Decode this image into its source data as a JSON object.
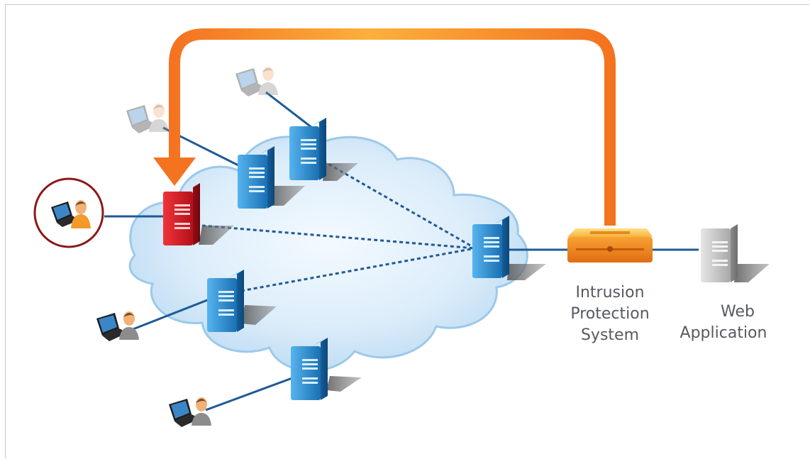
{
  "labels": {
    "ips": [
      "Intrusion",
      "Protection",
      "System"
    ],
    "web": [
      "Web",
      "Application"
    ]
  },
  "colors": {
    "arrow": "#f47a20",
    "link_line": "#1f5a96",
    "cloud": "#cfe6f7",
    "server_blue": "#1e7fc4",
    "server_red": "#c8141c",
    "server_gray": "#b4b4b4",
    "ips_device": "#f39a2a",
    "attacker_ring": "#8b1a1a"
  },
  "icons": [
    "user-laptop-icon",
    "server-icon",
    "firewall-appliance-icon",
    "cloud-icon",
    "arrow-icon"
  ]
}
